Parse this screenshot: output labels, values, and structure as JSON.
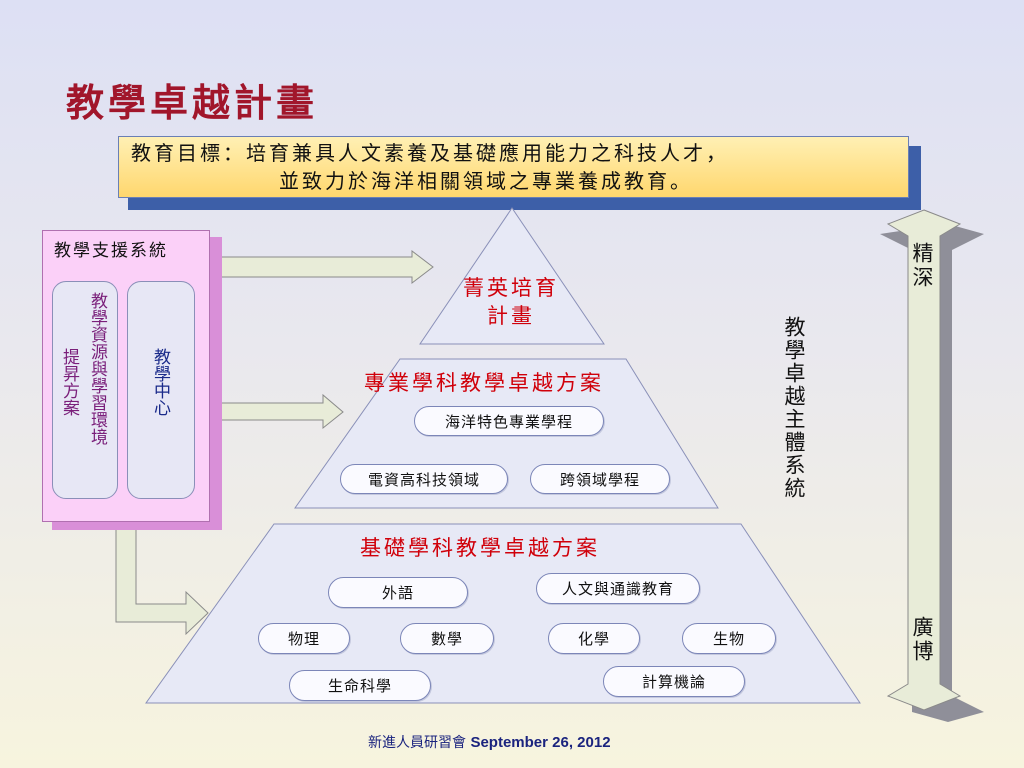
{
  "page_title": "教學卓越計畫",
  "goal": {
    "line1": "教育目標：培育兼具人文素養及基礎應用能力之科技人才，",
    "line2": "並致力於海洋相關領域之專業養成教育。"
  },
  "support": {
    "title": "教學支援系統",
    "left_pill_col1": "提昇方案",
    "left_pill_col2": "教學資源與學習環境",
    "right_pill": "教學中心"
  },
  "pyramid": {
    "top_title": "菁英培育計畫",
    "top_line1": "菁英培育",
    "top_line2": "計畫",
    "middle_title": "專業學科教學卓越方案",
    "middle_items": [
      "海洋特色專業學程",
      "電資高科技領域",
      "跨領域學程"
    ],
    "base_title": "基礎學科教學卓越方案",
    "base_items": [
      "外語",
      "人文與通識教育",
      "物理",
      "數學",
      "化學",
      "生物",
      "生命科學",
      "計算機論"
    ]
  },
  "main_system": "教學卓越主體系統",
  "scale": {
    "top": "精深",
    "bottom": "廣博"
  },
  "footer": {
    "cn": "新進人員研習會",
    "en": "September 26, 2012"
  },
  "colors": {
    "title": "#a1162b",
    "pyramid_title": "#d0000a",
    "support_bg": "#fbd0f8",
    "goal_bg": "#ffd76e"
  }
}
